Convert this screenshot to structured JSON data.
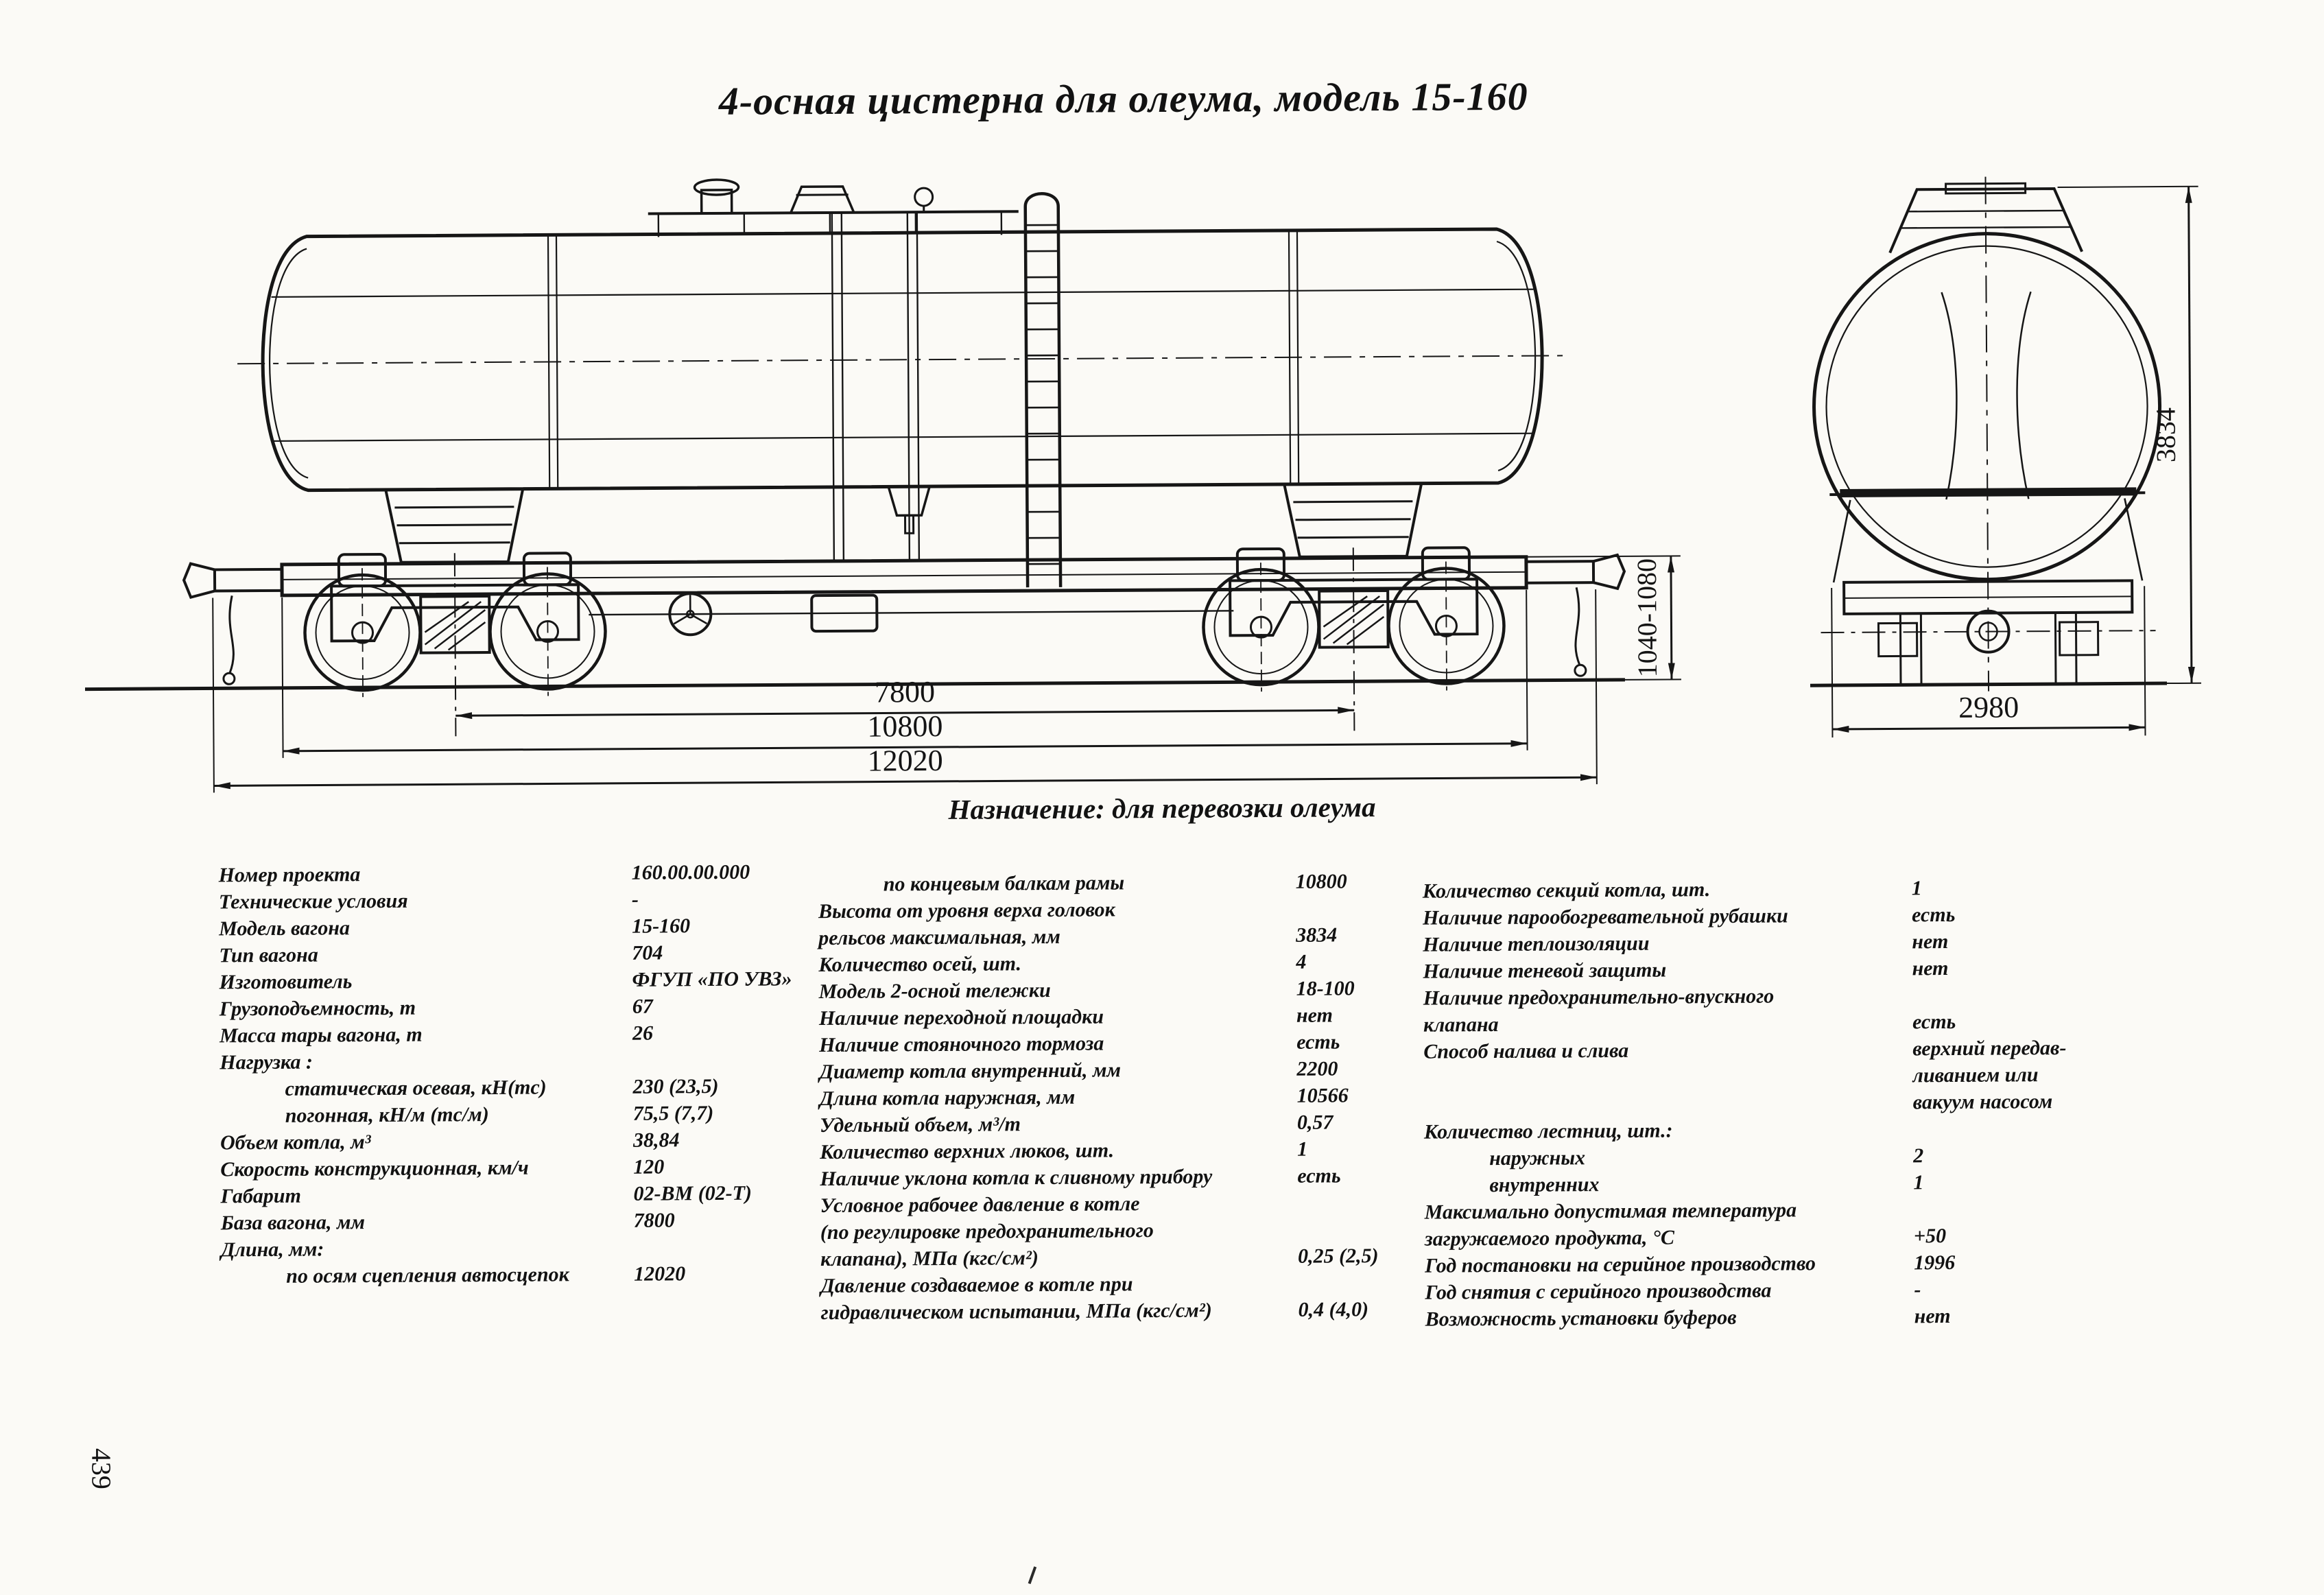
{
  "header": {
    "title": "4-осная цистерна для олеума, модель 15-160"
  },
  "purpose_line": "Назначение: для перевозки олеума",
  "drawing": {
    "dims": {
      "bogie_base": "7800",
      "frame_length": "10800",
      "coupler_length": "12020",
      "rail_to_axis_height": "1040-1080",
      "end_width": "2980",
      "end_height": "3834"
    }
  },
  "specs": {
    "col1": [
      {
        "label": "Номер проекта",
        "value": "160.00.00.000",
        "indent": 0
      },
      {
        "label": "Технические условия",
        "value": "-",
        "indent": 0
      },
      {
        "label": "Модель вагона",
        "value": "15-160",
        "indent": 0
      },
      {
        "label": "Тип вагона",
        "value": "704",
        "indent": 0
      },
      {
        "label": "Изготовитель",
        "value": "ФГУП «ПО УВЗ»",
        "indent": 0
      },
      {
        "label": "Грузоподъемность, т",
        "value": "67",
        "indent": 0
      },
      {
        "label": "Масса тары вагона, т",
        "value": "26",
        "indent": 0
      },
      {
        "label": "Нагрузка :",
        "value": "",
        "indent": 0
      },
      {
        "label": "статическая осевая, кН(тс)",
        "value": "230 (23,5)",
        "indent": 1
      },
      {
        "label": "погонная, кН/м (тс/м)",
        "value": "75,5 (7,7)",
        "indent": 1
      },
      {
        "label": "Объем котла, м³",
        "value": "38,84",
        "indent": 0
      },
      {
        "label": "Скорость конструкционная, км/ч",
        "value": "120",
        "indent": 0
      },
      {
        "label": "Габарит",
        "value": "02-ВМ (02-Т)",
        "indent": 0
      },
      {
        "label": "База вагона, мм",
        "value": "7800",
        "indent": 0
      },
      {
        "label": "Длина, мм:",
        "value": "",
        "indent": 0
      },
      {
        "label": "по осям сцепления автосцепок",
        "value": "12020",
        "indent": 1
      }
    ],
    "col2": [
      {
        "label": "по концевым балкам рамы",
        "value": "10800",
        "indent": 1
      },
      {
        "label": "Высота от уровня верха головок",
        "value": "",
        "indent": 0
      },
      {
        "label": "рельсов максимальная, мм",
        "value": "3834",
        "indent": 0
      },
      {
        "label": "Количество осей, шт.",
        "value": "4",
        "indent": 0
      },
      {
        "label": "Модель 2-осной тележки",
        "value": "18-100",
        "indent": 0
      },
      {
        "label": "Наличие переходной площадки",
        "value": "нет",
        "indent": 0
      },
      {
        "label": "Наличие стояночного тормоза",
        "value": "есть",
        "indent": 0
      },
      {
        "label": "Диаметр котла внутренний, мм",
        "value": "2200",
        "indent": 0
      },
      {
        "label": "Длина котла наружная, мм",
        "value": "10566",
        "indent": 0
      },
      {
        "label": "Удельный объем, м³/т",
        "value": "0,57",
        "indent": 0
      },
      {
        "label": "Количество верхних люков, шт.",
        "value": "1",
        "indent": 0
      },
      {
        "label": "Наличие уклона котла к сливному прибору",
        "value": "есть",
        "indent": 0
      },
      {
        "label": "Условное рабочее давление в котле",
        "value": "",
        "indent": 0
      },
      {
        "label": "(по регулировке предохранительного",
        "value": "",
        "indent": 0
      },
      {
        "label": "клапана), МПа (кгс/см²)",
        "value": "0,25 (2,5)",
        "indent": 0
      },
      {
        "label": "Давление создаваемое в котле при",
        "value": "",
        "indent": 0
      },
      {
        "label": "гидравлическом испытании, МПа (кгс/см²)",
        "value": "0,4 (4,0)",
        "indent": 0
      }
    ],
    "col3": [
      {
        "label": "Количество секций котла, шт.",
        "value": "1",
        "indent": 0
      },
      {
        "label": "Наличие парообогревательной рубашки",
        "value": "есть",
        "indent": 0
      },
      {
        "label": "Наличие теплоизоляции",
        "value": "нет",
        "indent": 0
      },
      {
        "label": "Наличие теневой защиты",
        "value": "нет",
        "indent": 0
      },
      {
        "label": "Наличие предохранительно-впускного",
        "value": "",
        "indent": 0
      },
      {
        "label": "клапана",
        "value": "есть",
        "indent": 0
      },
      {
        "label": "Способ налива и слива",
        "value": "верхний передав-",
        "indent": 0
      },
      {
        "label": "",
        "value": "ливанием или",
        "indent": 0
      },
      {
        "label": "",
        "value": "вакуум насосом",
        "indent": 0
      },
      {
        "label": "Количество лестниц, шт.:",
        "value": "",
        "indent": 0
      },
      {
        "label": "наружных",
        "value": "2",
        "indent": 1
      },
      {
        "label": "внутренних",
        "value": "1",
        "indent": 1
      },
      {
        "label": "Максимально допустимая температура",
        "value": "",
        "indent": 0
      },
      {
        "label": "загружаемого продукта, °С",
        "value": "+50",
        "indent": 0
      },
      {
        "label": "Год постановки на серийное производство",
        "value": "1996",
        "indent": 0
      },
      {
        "label": "Год снятия с серийного производства",
        "value": "-",
        "indent": 0
      },
      {
        "label": "Возможность установки буферов",
        "value": "нет",
        "indent": 0
      }
    ]
  },
  "footer": {
    "page_number": "439"
  }
}
